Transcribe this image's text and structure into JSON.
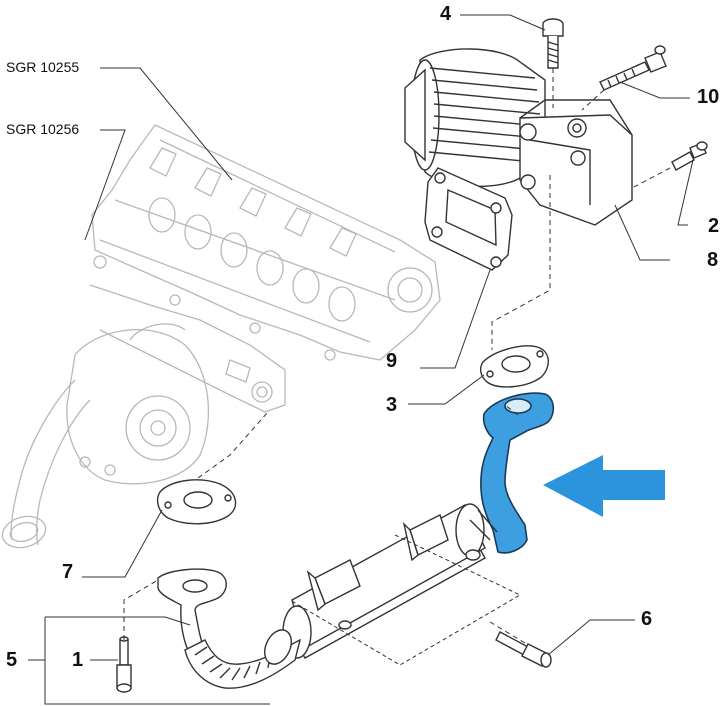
{
  "references": {
    "sgr_10255": "SGR 10255",
    "sgr_10256": "SGR 10256"
  },
  "callouts": {
    "p1": "1",
    "p2": "2",
    "p3": "3",
    "p4": "4",
    "p5": "5",
    "p6": "6",
    "p7": "7",
    "p8": "8",
    "p9": "9",
    "p10": "10"
  },
  "colors": {
    "line_art": "#333333",
    "ghost_art": "#b8b8b8",
    "highlight_fill": "#3d9ee0",
    "highlight_stroke": "#1a3a5c",
    "arrow": "#2b94dc"
  },
  "icons": {
    "highlight_arrow": "arrow-left-icon"
  }
}
